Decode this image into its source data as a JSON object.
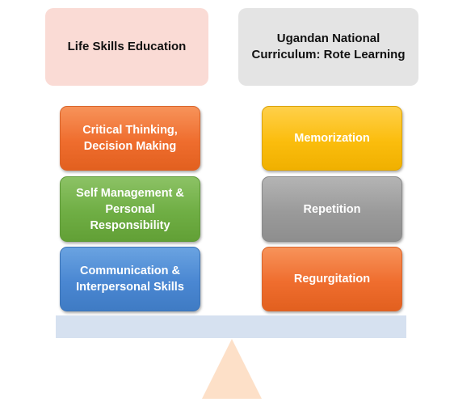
{
  "left_header": "Life Skills Education",
  "right_header_lines": [
    "Ugandan National",
    "Curriculum: Rote Learning"
  ],
  "left_boxes": [
    {
      "lines": [
        "Critical Thinking,",
        "Decision Making"
      ]
    },
    {
      "lines": [
        "Self Management &",
        "Personal",
        "Responsibility"
      ]
    },
    {
      "lines": [
        "Communication &",
        "Interpersonal Skills"
      ]
    }
  ],
  "right_boxes": [
    {
      "lines": [
        "Memorization"
      ]
    },
    {
      "lines": [
        "Repetition"
      ]
    },
    {
      "lines": [
        "Regurgitation"
      ]
    }
  ],
  "colors": {
    "left_header_bg": "#fadbd5",
    "right_header_bg": "#e4e4e4",
    "orange": "#ef6d2e",
    "green": "#6fae44",
    "blue": "#4a87d2",
    "gold": "#fbbd0d",
    "gray": "#9a9a9a",
    "beam": "#d6e1f0",
    "fulcrum": "#fde0c8"
  }
}
